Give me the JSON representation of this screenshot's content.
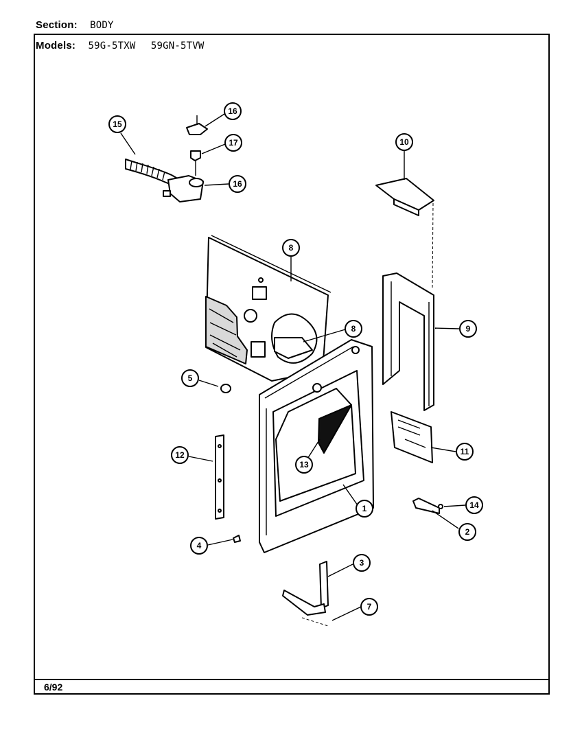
{
  "header": {
    "section_label": "Section:",
    "section_value": "BODY",
    "models_label": "Models:",
    "models": [
      "59G-5TXW",
      "59GN-5TVW"
    ]
  },
  "footer": {
    "date": "6/92"
  },
  "callouts": {
    "c1": "1",
    "c2": "2",
    "c3": "3",
    "c4": "4",
    "c5": "5",
    "c7": "7",
    "c8a": "8",
    "c8b": "8",
    "c9": "9",
    "c10": "10",
    "c11": "11",
    "c12": "12",
    "c13": "13",
    "c14": "14",
    "c15": "15",
    "c16a": "16",
    "c16b": "16",
    "c17": "17"
  }
}
